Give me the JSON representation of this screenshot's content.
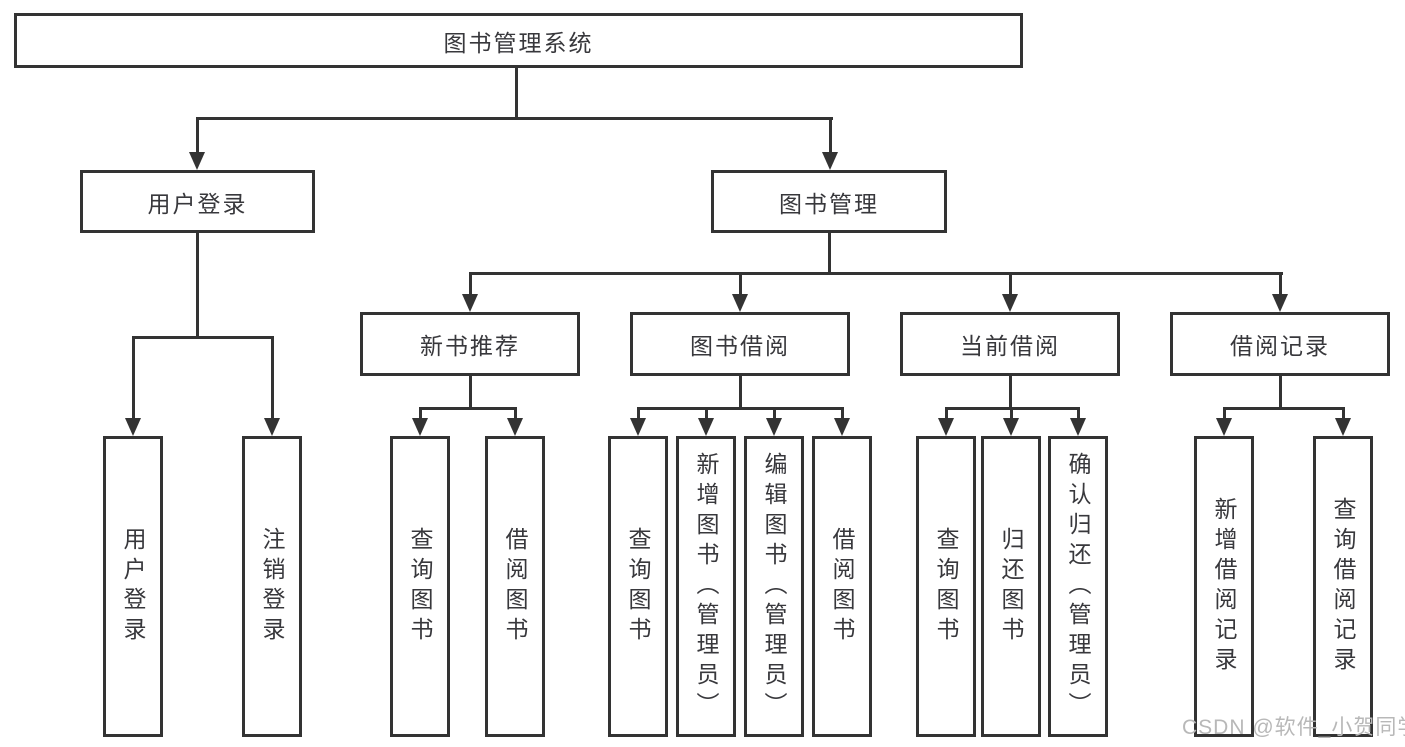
{
  "diagram": {
    "root": {
      "label": "图书管理系统"
    },
    "branches": [
      {
        "label": "用户登录",
        "children": [
          {
            "label": "用户登录"
          },
          {
            "label": "注销登录"
          }
        ]
      },
      {
        "label": "图书管理",
        "children": [
          {
            "label": "新书推荐",
            "children": [
              {
                "label": "查询图书"
              },
              {
                "label": "借阅图书"
              }
            ]
          },
          {
            "label": "图书借阅",
            "children": [
              {
                "label": "查询图书"
              },
              {
                "label": "新增图书（管理员）"
              },
              {
                "label": "编辑图书（管理员）"
              },
              {
                "label": "借阅图书"
              }
            ]
          },
          {
            "label": "当前借阅",
            "children": [
              {
                "label": "查询图书"
              },
              {
                "label": "归还图书"
              },
              {
                "label": "确认归还（管理员）"
              }
            ]
          },
          {
            "label": "借阅记录",
            "children": [
              {
                "label": "新增借阅记录"
              },
              {
                "label": "查询借阅记录"
              }
            ]
          }
        ]
      }
    ]
  },
  "watermark": {
    "text": "CSDN @软件_小贺同学"
  },
  "colors": {
    "line": "#333333",
    "box_border": "#333333",
    "text": "#38383c",
    "watermark": "#b8b8b8",
    "background": "#ffffff"
  }
}
